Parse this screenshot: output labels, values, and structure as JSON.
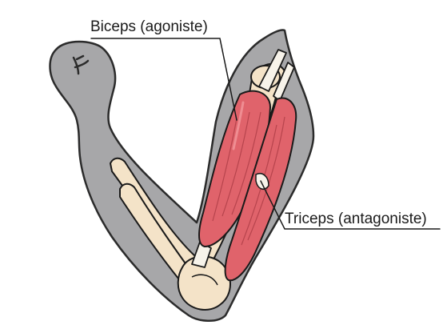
{
  "diagram": {
    "labels": {
      "biceps": "Biceps (agoniste)",
      "triceps": "Triceps (antagoniste)"
    },
    "colors": {
      "skin": "#a7a7a9",
      "skin_outline": "#2b2b2b",
      "muscle": "#e0636b",
      "muscle_highlight": "#ef8d92",
      "bone": "#f4e3c8",
      "tendon": "#f7f3ea",
      "line": "#1a1a1a"
    },
    "icons": [
      "fist-icon",
      "arm-silhouette"
    ]
  }
}
